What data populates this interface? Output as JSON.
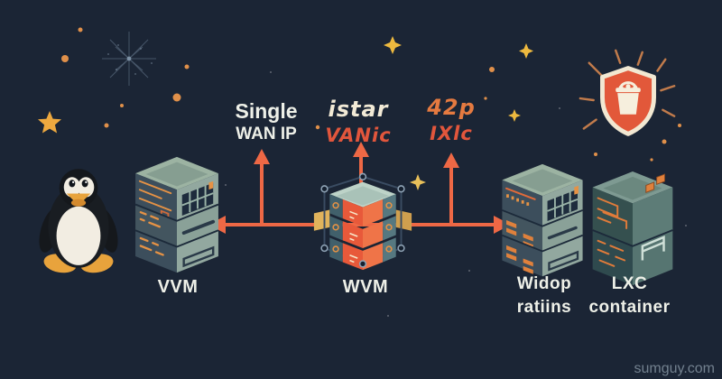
{
  "scene": {
    "background": "#1b2535",
    "watermark": "sumguy.com"
  },
  "colors": {
    "arrow_orange": "#ee6845",
    "accent_orange": "#e2583a",
    "star_yellow": "#edb93f",
    "label_white": "#eef0e8",
    "server_sage": "#90a79e",
    "server_slate": "#3c4e5c",
    "shield_fill": "#e2583a",
    "shield_border": "#f2e8d2",
    "tab_yellow": "#e0b35c"
  },
  "annotations": {
    "wan": {
      "line1": "Single",
      "line2": "WAN IP"
    },
    "vanic": {
      "line1": "istar",
      "line2": "VANic"
    },
    "ixlc": {
      "line1": "42p",
      "line2": "IXlc"
    }
  },
  "nodes": {
    "vm_left": {
      "label": "VVM"
    },
    "vm_center": {
      "label": "WVM"
    },
    "widop": {
      "line1": "Widop",
      "line2": "ratiins"
    },
    "lxc": {
      "line1": "LXC",
      "line2": "container"
    }
  },
  "icons": [
    "tux-icon",
    "server-stack-icon",
    "vm-cage-icon",
    "shield-bucket-icon",
    "star-icon",
    "sparkle-icon",
    "arrow-icon"
  ]
}
